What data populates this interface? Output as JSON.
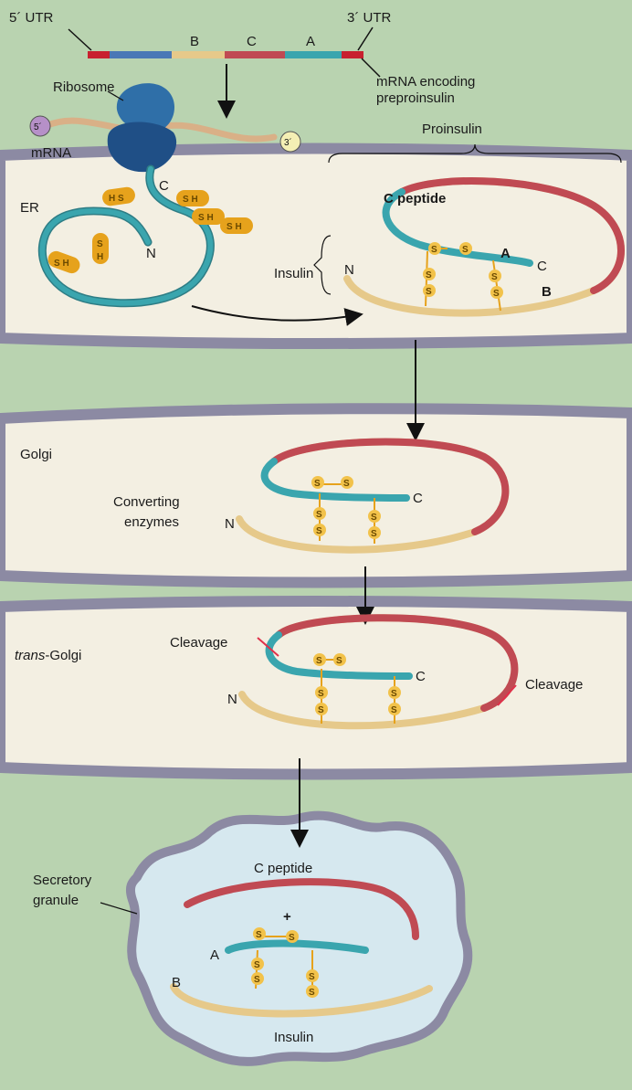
{
  "mrna": {
    "utr5_label": "5´ UTR",
    "utr3_label": "3´ UTR",
    "segments": [
      "B",
      "C",
      "A"
    ],
    "caption_line1": "mRNA encoding",
    "caption_line2": "preproinsulin"
  },
  "translation": {
    "ribosome_label": "Ribosome",
    "mrna_label": "mRNA",
    "cap5": "5´",
    "cap3": "3´",
    "proinsulin_label": "Proinsulin"
  },
  "er": {
    "compartment_label": "ER",
    "c_label": "C",
    "n_label": "N",
    "sh": "S H",
    "hs": "H S",
    "sh_vertical_s": "S",
    "sh_vertical_h": "H"
  },
  "proinsulin": {
    "c_peptide": "C peptide",
    "insulin": "Insulin",
    "a_label": "A",
    "b_label": "B",
    "c_label": "C",
    "n_label": "N",
    "s": "S"
  },
  "golgi": {
    "compartment_label": "Golgi",
    "enzymes_line1": "Converting",
    "enzymes_line2": "enzymes",
    "n_label": "N",
    "c_label": "C"
  },
  "trans_golgi": {
    "compartment_prefix": "trans",
    "compartment_suffix": "-Golgi",
    "cleavage_left": "Cleavage",
    "cleavage_right": "Cleavage",
    "n_label": "N",
    "c_label": "C"
  },
  "granule": {
    "label_line1": "Secretory",
    "label_line2": "granule",
    "c_peptide": "C peptide",
    "plus": "+",
    "a_label": "A",
    "b_label": "B",
    "insulin": "Insulin"
  },
  "colors": {
    "background": "#b9d3b0",
    "membrane": "#8c8aa3",
    "lumen": "#f3efe2",
    "a_chain": "#3aa5ae",
    "b_chain": "#e6c98a",
    "c_peptide": "#c04a53",
    "disulfide": "#e6a21c",
    "ribosome": "#2f6fa8",
    "mrna": "#d9b087"
  }
}
